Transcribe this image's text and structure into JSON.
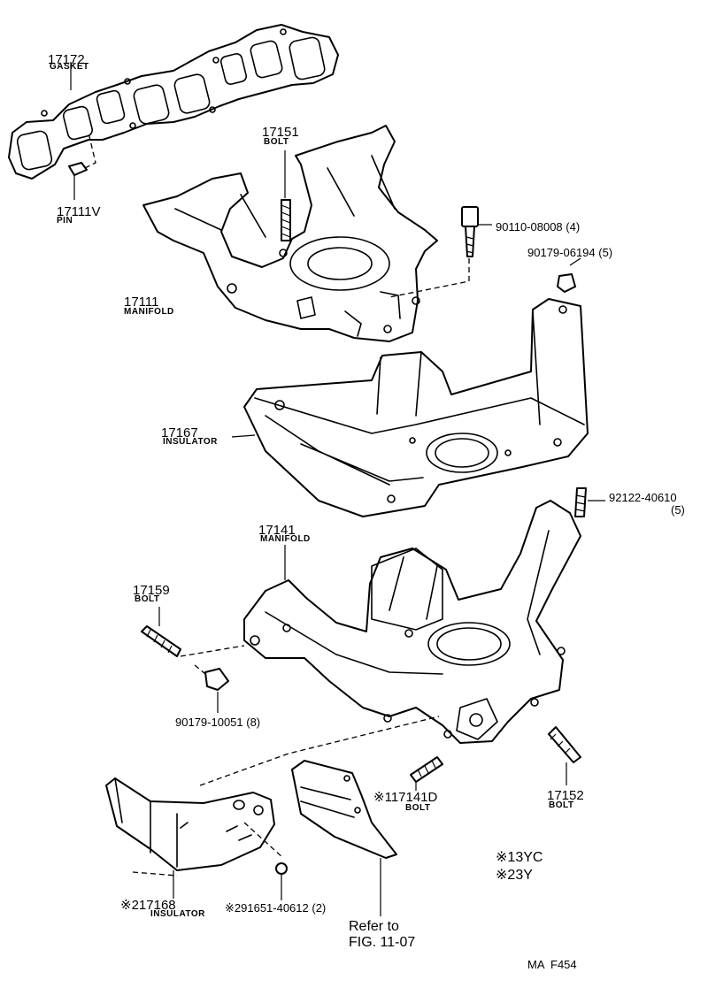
{
  "parts": [
    {
      "key": "gasket",
      "number": "17172",
      "name": "GASKET"
    },
    {
      "key": "pin",
      "number": "17111V",
      "name": "PIN"
    },
    {
      "key": "bolt_17151",
      "number": "17151",
      "name": "BOLT"
    },
    {
      "key": "manifold_upper",
      "number": "17111",
      "name": "MANIFOLD"
    },
    {
      "key": "insulator_17167",
      "number": "17167",
      "name": "INSULATOR"
    },
    {
      "key": "manifold_lower",
      "number": "17141",
      "name": "MANIFOLD"
    },
    {
      "key": "bolt_17159",
      "number": "17159",
      "name": "BOLT"
    },
    {
      "key": "bolt_17152",
      "number": "17152",
      "name": "BOLT"
    },
    {
      "key": "bolt_17141d",
      "prefix": "※1",
      "number": "17141D",
      "name": "BOLT"
    },
    {
      "key": "insulator_17168",
      "prefix": "※2",
      "number": "17168",
      "name": "INSULATOR"
    }
  ],
  "fasteners": {
    "f_90110": "90110-08008 (4)",
    "f_90179_06194": "90179-06194 (5)",
    "f_92122_a": "92122-40610",
    "f_92122_b": "(5)",
    "f_90179_10051": "90179-10051 (8)",
    "f_91651": "※291651-40612 (2)"
  },
  "reference": {
    "line1": "Refer to",
    "line2": "FIG. 11-07"
  },
  "legend": [
    {
      "mark": "※1",
      "code": "3YC"
    },
    {
      "mark": "※2",
      "code": "3Y"
    }
  ],
  "figure_id": "MA  F454"
}
